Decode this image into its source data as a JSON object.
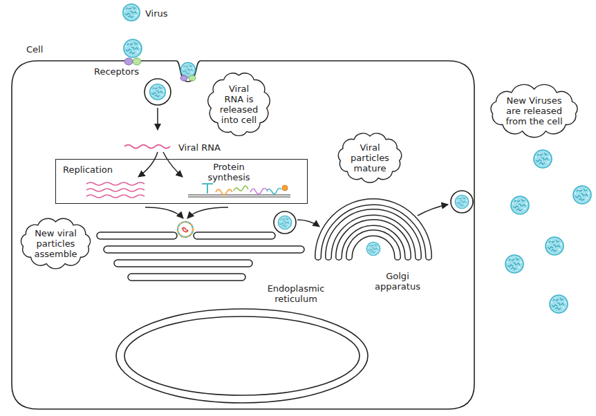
{
  "diagram": {
    "nodes": [
      {
        "text": [
          "Viral RNA is released into cell"
        ]
      },
      {
        "text": [
          "New Viruses are released from the cell"
        ]
      },
      {
        "text": [
          "Viral particles mature"
        ]
      },
      {
        "text": [
          "Replication",
          "Protein synthesis"
        ]
      },
      {
        "text": [
          "New viral particles assemble"
        ]
      }
    ],
    "labels": [
      "Cell",
      "Receptors",
      "Viral RNA",
      "Golgi apparatus",
      "Endoplasmic reticulum"
    ],
    "legend": [
      {
        "text": "Virus"
      }
    ]
  }
}
